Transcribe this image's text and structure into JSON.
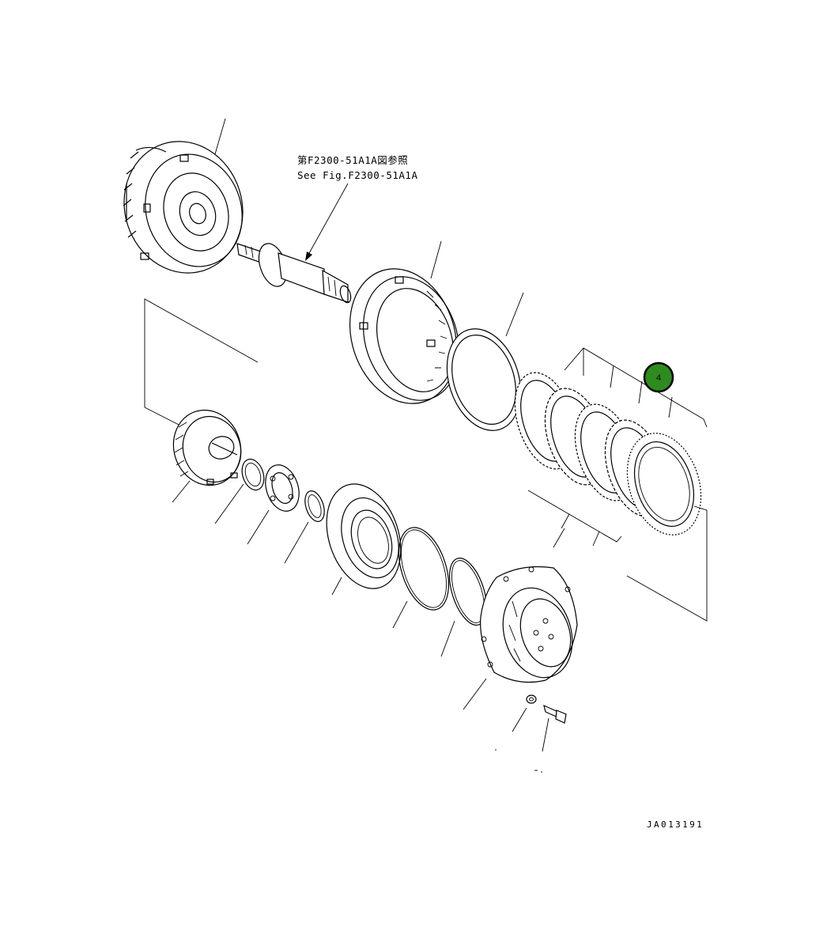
{
  "diagram": {
    "reference_note_jp": "第F2300-51A1A図参照",
    "reference_note_en": "See Fig.F2300-51A1A",
    "drawing_code": "JA013191",
    "highlight_callout": {
      "label": "4",
      "color": "#2e8b1e",
      "border_color": "#000000"
    }
  }
}
